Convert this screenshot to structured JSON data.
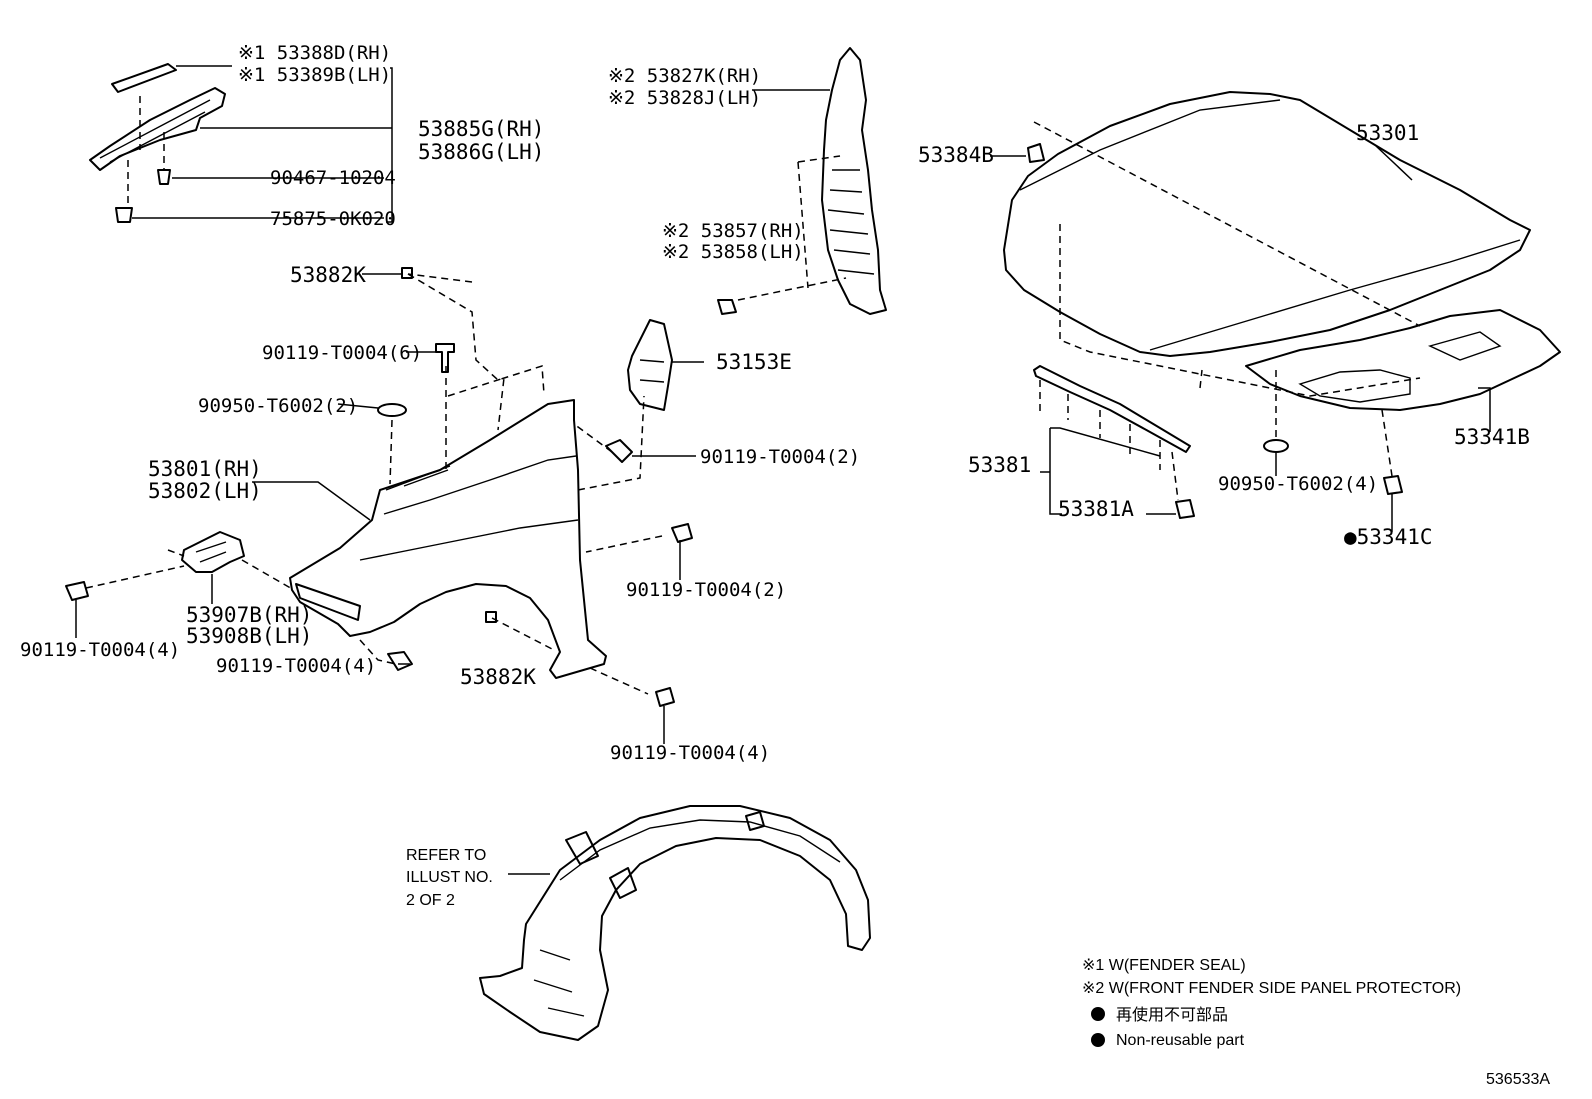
{
  "callouts": {
    "fender_seal_rh": "※1 53388D(RH)",
    "fender_seal_lh": "※1 53389B(LH)",
    "seal_bracket_rh": "53885G(RH)",
    "seal_bracket_lh": "53886G(LH)",
    "clip_90467": "90467-10204",
    "clip_75875": "75875-0K020",
    "cushion_53882k_top": "53882K",
    "bolt_fender_top": "90119-T0004(6)",
    "grommet_90950_left": "90950-T6002(2)",
    "fender_rh": "53801(RH)",
    "fender_lh": "53802(LH)",
    "bracket_rh": "53907B(RH)",
    "bracket_lh": "53908B(LH)",
    "bolt_bracket_left": "90119-T0004(4)",
    "bolt_bracket_right": "90119-T0004(4)",
    "cushion_53882k_bottom": "53882K",
    "protector_rh": "※2 53827K(RH)",
    "protector_lh": "※2 53828J(LH)",
    "panel_seal_rh": "※2 53857(RH)",
    "panel_seal_lh": "※2 53858(LH)",
    "bracket_53153e": "53153E",
    "bolt_fender_mid": "90119-T0004(2)",
    "bolt_fender_lower": "90119-T0004(2)",
    "bolt_fender_bottom": "90119-T0004(4)",
    "hood_bumper": "53384B",
    "hood": "53301",
    "hood_insulator": "53341B",
    "hood_seal": "53381",
    "hood_seal_clip": "53381A",
    "grommet_90950_right": "90950-T6002(4)",
    "insulator_clip": "●53341C",
    "refer_line1": "REFER TO",
    "refer_line2": "ILLUST NO.",
    "refer_line3": "2 OF 2"
  },
  "legend": {
    "note1": "※1 W(FENDER SEAL)",
    "note2": "※2 W(FRONT FENDER SIDE PANEL PROTECTOR)",
    "note3": "再使用不可部品",
    "note4": "Non-reusable part"
  },
  "figure_id": "536533A"
}
